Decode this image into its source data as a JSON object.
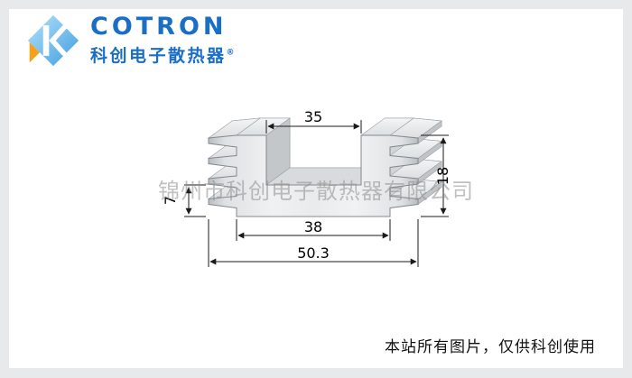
{
  "logo": {
    "brand": "COTRON",
    "brand_cn": "科创电子散热器",
    "reg": "®",
    "colors": {
      "primary_blue": "#1a6ec5",
      "light_blue": "#b5e2fb",
      "orange": "#f5a11c"
    }
  },
  "watermark": {
    "text": "锦州市科创电子散热器有限公司"
  },
  "drawing": {
    "type": "heatsink extrusion cross-section, oblique projection",
    "dimensions": {
      "top_inner_width": {
        "value": "35",
        "orientation": "horizontal",
        "location": "top channel inner width"
      },
      "base_width": {
        "value": "38",
        "orientation": "horizontal",
        "location": "body width below"
      },
      "overall_width": {
        "value": "50.3",
        "orientation": "horizontal",
        "location": "overall width bottom"
      },
      "height": {
        "value": "18",
        "orientation": "vertical",
        "location": "overall height right side"
      },
      "fin_height": {
        "value": "7",
        "orientation": "vertical",
        "location": "lower fin section height left side"
      }
    }
  },
  "footer": {
    "notice": "本站所有图片，仅供科创使用"
  }
}
